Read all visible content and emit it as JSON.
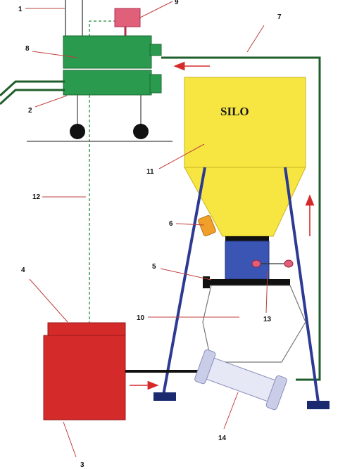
{
  "silo_label": "SILO",
  "labels": {
    "n1": "1",
    "n2": "2",
    "n3": "3",
    "n4": "4",
    "n5": "5",
    "n6": "6",
    "n7": "7",
    "n8": "8",
    "n9": "9",
    "n10": "10",
    "n11": "11",
    "n12": "12",
    "n13": "13",
    "n14": "14"
  },
  "colors": {
    "silo_yellow": "#f7e642",
    "machine_green": "#2a9a4e",
    "pipe_green": "#1f5e2a",
    "frame_blue": "#2c3a94",
    "base_navy": "#1b2a6e",
    "valve_blue": "#3a55b4",
    "red_box": "#d42a2a",
    "arrow_red": "#d62a2a",
    "pink": "#e0607a",
    "orange_sensor": "#f0a02a",
    "pipe_tube": "#e6e8f5",
    "flange": "#c9cde8"
  }
}
